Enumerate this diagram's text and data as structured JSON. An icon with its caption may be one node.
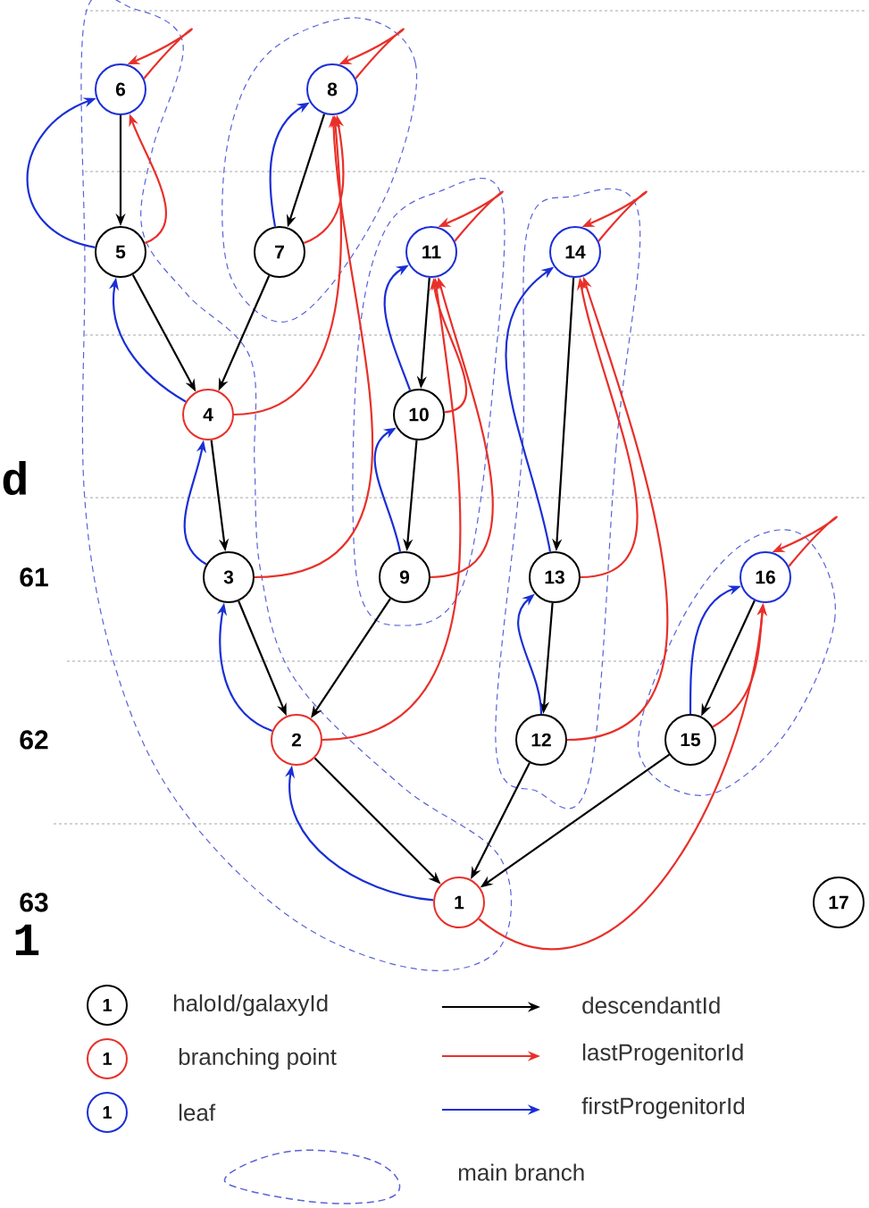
{
  "diagram": {
    "nodes": [
      {
        "text": [
          "1"
        ]
      },
      {
        "text": [
          "2"
        ]
      },
      {
        "text": [
          "3"
        ]
      },
      {
        "text": [
          "4"
        ]
      },
      {
        "text": [
          "5"
        ]
      },
      {
        "text": [
          "6"
        ]
      },
      {
        "text": [
          "7"
        ]
      },
      {
        "text": [
          "8"
        ]
      },
      {
        "text": [
          "9"
        ]
      },
      {
        "text": [
          "10"
        ]
      },
      {
        "text": [
          "11"
        ]
      },
      {
        "text": [
          "12"
        ]
      },
      {
        "text": [
          "13"
        ]
      },
      {
        "text": [
          "14"
        ]
      },
      {
        "text": [
          "15"
        ]
      },
      {
        "text": [
          "16"
        ]
      },
      {
        "text": [
          "17"
        ]
      }
    ],
    "edges": [
      {
        "from": 5,
        "to": 4,
        "arrow": "to",
        "color": "#000000"
      },
      {
        "from": 4,
        "to": 3,
        "arrow": "to",
        "color": "#000000"
      },
      {
        "from": 7,
        "to": 6,
        "arrow": "to",
        "color": "#000000"
      },
      {
        "from": 6,
        "to": 3,
        "arrow": "to",
        "color": "#000000"
      },
      {
        "from": 3,
        "to": 2,
        "arrow": "to",
        "color": "#000000"
      },
      {
        "from": 2,
        "to": 1,
        "arrow": "to",
        "color": "#000000"
      },
      {
        "from": 10,
        "to": 9,
        "arrow": "to",
        "color": "#000000"
      },
      {
        "from": 9,
        "to": 8,
        "arrow": "to",
        "color": "#000000"
      },
      {
        "from": 8,
        "to": 1,
        "arrow": "to",
        "color": "#000000"
      },
      {
        "from": 1,
        "to": 0,
        "arrow": "to",
        "color": "#000000"
      },
      {
        "from": 13,
        "to": 12,
        "arrow": "to",
        "color": "#000000"
      },
      {
        "from": 12,
        "to": 11,
        "arrow": "to",
        "color": "#000000"
      },
      {
        "from": 11,
        "to": 0,
        "arrow": "to",
        "color": "#000000"
      },
      {
        "from": 15,
        "to": 14,
        "arrow": "to",
        "color": "#000000"
      },
      {
        "from": 14,
        "to": 0,
        "arrow": "to",
        "color": "#000000"
      },
      {
        "from": 5,
        "to": 5,
        "arrow": "to",
        "color": "#e8302a"
      },
      {
        "from": 4,
        "to": 5,
        "arrow": "to",
        "color": "#e8302a"
      },
      {
        "from": 7,
        "to": 7,
        "arrow": "to",
        "color": "#e8302a"
      },
      {
        "from": 6,
        "to": 7,
        "arrow": "to",
        "color": "#e8302a"
      },
      {
        "from": 3,
        "to": 7,
        "arrow": "to",
        "color": "#e8302a"
      },
      {
        "from": 2,
        "to": 7,
        "arrow": "to",
        "color": "#e8302a"
      },
      {
        "from": 10,
        "to": 10,
        "arrow": "to",
        "color": "#e8302a"
      },
      {
        "from": 9,
        "to": 10,
        "arrow": "to",
        "color": "#e8302a"
      },
      {
        "from": 8,
        "to": 10,
        "arrow": "to",
        "color": "#e8302a"
      },
      {
        "from": 1,
        "to": 10,
        "arrow": "to",
        "color": "#e8302a"
      },
      {
        "from": 13,
        "to": 13,
        "arrow": "to",
        "color": "#e8302a"
      },
      {
        "from": 12,
        "to": 13,
        "arrow": "to",
        "color": "#e8302a"
      },
      {
        "from": 11,
        "to": 13,
        "arrow": "to",
        "color": "#e8302a"
      },
      {
        "from": 15,
        "to": 15,
        "arrow": "to",
        "color": "#e8302a"
      },
      {
        "from": 14,
        "to": 15,
        "arrow": "to",
        "color": "#e8302a"
      },
      {
        "from": 0,
        "to": 15,
        "arrow": "to",
        "color": "#e8302a"
      },
      {
        "from": 4,
        "to": 5,
        "arrow": "to",
        "color": "#1a2fd6"
      },
      {
        "from": 6,
        "to": 7,
        "arrow": "to",
        "color": "#1a2fd6"
      },
      {
        "from": 3,
        "to": 4,
        "arrow": "to",
        "color": "#1a2fd6"
      },
      {
        "from": 2,
        "to": 3,
        "arrow": "to",
        "color": "#1a2fd6"
      },
      {
        "from": 1,
        "to": 2,
        "arrow": "to",
        "color": "#1a2fd6"
      },
      {
        "from": 0,
        "to": 1,
        "arrow": "to",
        "color": "#1a2fd6"
      },
      {
        "from": 9,
        "to": 10,
        "arrow": "to",
        "color": "#1a2fd6"
      },
      {
        "from": 8,
        "to": 9,
        "arrow": "to",
        "color": "#1a2fd6"
      },
      {
        "from": 12,
        "to": 13,
        "arrow": "to",
        "color": "#1a2fd6"
      },
      {
        "from": 11,
        "to": 12,
        "arrow": "to",
        "color": "#1a2fd6"
      },
      {
        "from": 14,
        "to": 15,
        "arrow": "to",
        "color": "#1a2fd6"
      }
    ],
    "labels": [
      "d",
      "61",
      "62",
      "63",
      "1",
      "1",
      "1",
      "1"
    ],
    "legend": [
      {
        "text": "haloId/galaxyId"
      },
      {
        "text": "descendantId"
      },
      {
        "text": "branching point"
      },
      {
        "text": "lastProgenitorId"
      },
      {
        "text": "leaf"
      },
      {
        "text": "firstProgenitorId"
      },
      {
        "text": "main branch"
      }
    ]
  }
}
